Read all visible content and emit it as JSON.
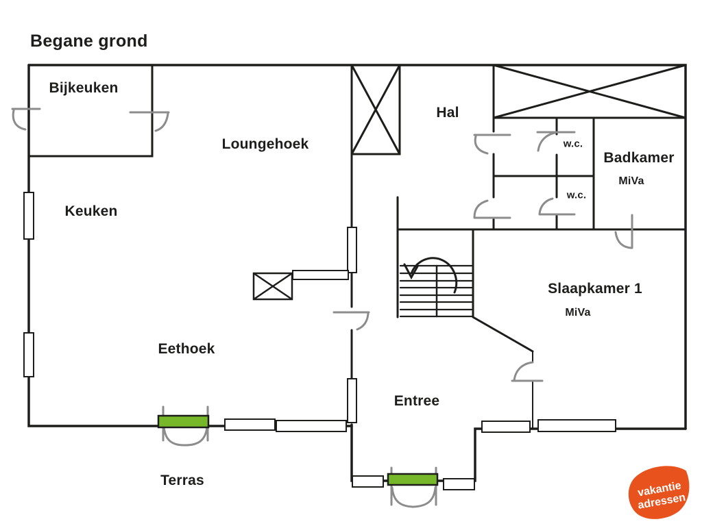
{
  "title": "Begane grond",
  "rooms": [
    {
      "name": "Bijkeuken"
    },
    {
      "name": "Loungehoek"
    },
    {
      "name": "Keuken"
    },
    {
      "name": "Eethoek"
    },
    {
      "name": "Hal"
    },
    {
      "name": "Entree"
    },
    {
      "name": "Terras"
    },
    {
      "name": "Badkamer",
      "note": "MiVa"
    },
    {
      "name": "Slaapkamer 1",
      "note": "MiVa"
    },
    {
      "name": "w.c."
    },
    {
      "name": "w.c."
    }
  ],
  "logo": {
    "line1": "vakantie",
    "line2": "adressen",
    "color": "#e8521d"
  },
  "colors": {
    "wall": "#1d1d1b",
    "door_arc": "#8c8c8c",
    "green_door": "#76b82a",
    "background": "#ffffff"
  }
}
